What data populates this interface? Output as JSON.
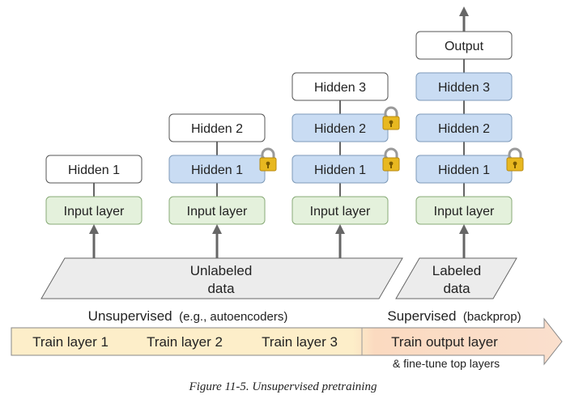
{
  "columns": [
    {
      "id": "col1",
      "layers": [
        {
          "label": "Input layer",
          "kind": "input",
          "locked": false
        },
        {
          "label": "Hidden 1",
          "kind": "plain",
          "locked": false
        }
      ]
    },
    {
      "id": "col2",
      "layers": [
        {
          "label": "Input layer",
          "kind": "input",
          "locked": false
        },
        {
          "label": "Hidden 1",
          "kind": "frozen",
          "locked": true
        },
        {
          "label": "Hidden 2",
          "kind": "plain",
          "locked": false
        }
      ]
    },
    {
      "id": "col3",
      "layers": [
        {
          "label": "Input layer",
          "kind": "input",
          "locked": false
        },
        {
          "label": "Hidden 1",
          "kind": "frozen",
          "locked": true
        },
        {
          "label": "Hidden 2",
          "kind": "frozen",
          "locked": true
        },
        {
          "label": "Hidden 3",
          "kind": "plain",
          "locked": false
        }
      ]
    },
    {
      "id": "col4",
      "layers": [
        {
          "label": "Input layer",
          "kind": "input",
          "locked": false
        },
        {
          "label": "Hidden 1",
          "kind": "frozen",
          "locked": true
        },
        {
          "label": "Hidden 2",
          "kind": "frozen",
          "locked": false
        },
        {
          "label": "Hidden 3",
          "kind": "frozen",
          "locked": false
        },
        {
          "label": "Output",
          "kind": "plain",
          "locked": false
        }
      ]
    }
  ],
  "data_sources": {
    "unlabeled": {
      "line1": "Unlabeled",
      "line2": "data"
    },
    "labeled": {
      "line1": "Labeled",
      "line2": "data"
    }
  },
  "phases": {
    "unsupervised": {
      "label": "Unsupervised",
      "note": "(e.g., autoencoders)"
    },
    "supervised": {
      "label": "Supervised",
      "note": "(backprop)"
    }
  },
  "timeline": {
    "steps": [
      "Train layer 1",
      "Train layer 2",
      "Train layer 3"
    ],
    "final_step": "Train output layer",
    "final_note": "& fine-tune top layers"
  },
  "caption": "Figure 11-5. Unsupervised pretraining",
  "colors": {
    "input_fill": "#e4f1dc",
    "input_stroke": "#88aa77",
    "frozen_fill": "#c9dcf3",
    "frozen_stroke": "#7e9ab8",
    "plain_fill": "#ffffff",
    "plain_stroke": "#555555",
    "arrow": "#666666",
    "data_fill": "#ececec",
    "data_stroke": "#666666",
    "timeline_unsup": "#fdedc8",
    "timeline_sup": "#fbdcc4",
    "lock_body": "#e8b820"
  }
}
